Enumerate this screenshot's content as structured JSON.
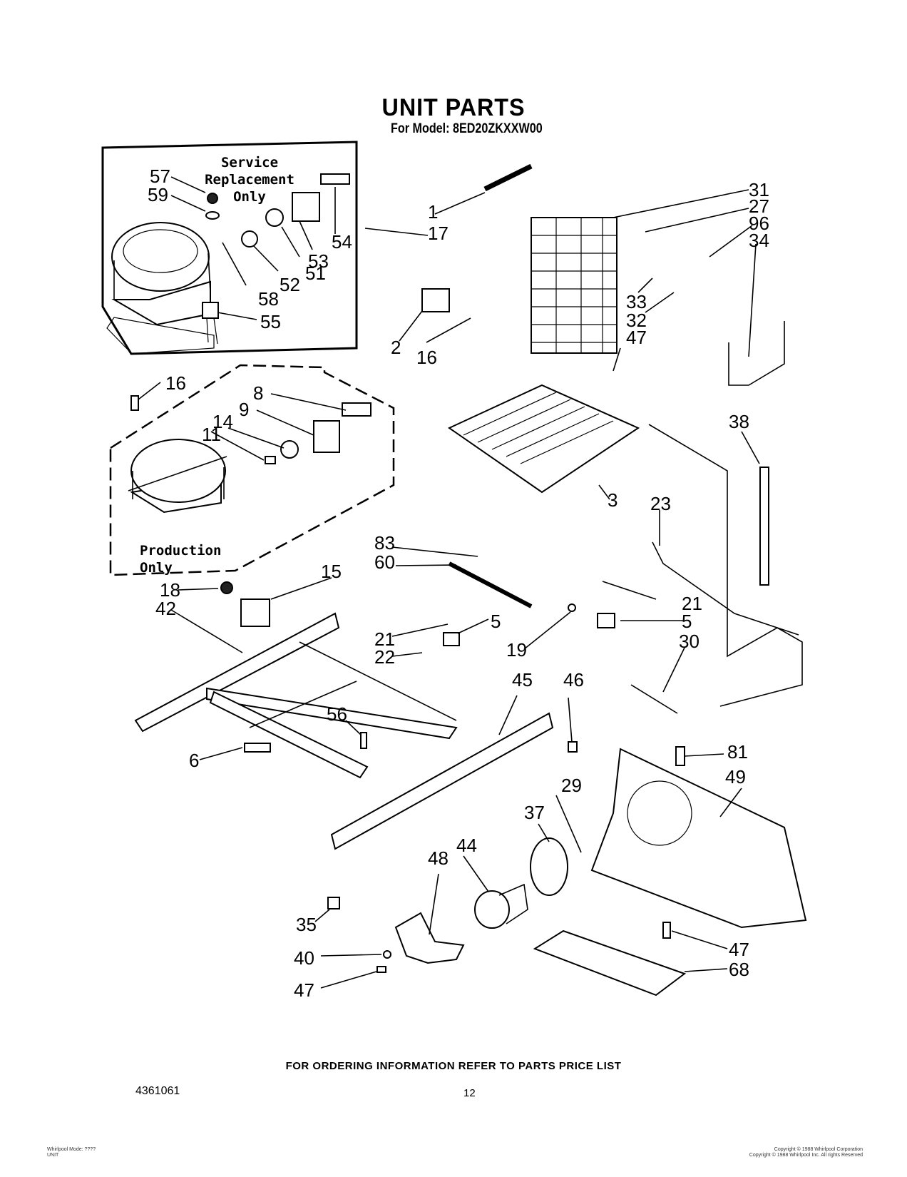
{
  "title": "UNIT PARTS",
  "subtitle": "For Model: 8ED20ZKXXW00",
  "service_box_label_line1": "Service Replacement",
  "service_box_label_line2": "Only",
  "production_box_label_line1": "Production",
  "production_box_label_line2": "Only",
  "footer_note": "FOR ORDERING INFORMATION REFER TO PARTS PRICE LIST",
  "doc_number": "4361061",
  "page_number": "12",
  "bottom_left_fine_print_1": "Whirlpool Mode: ????",
  "bottom_left_fine_print_2": "UNIT",
  "bottom_right_fine_print_1": "Copyright © 1988 Whirlpool Corporation",
  "bottom_right_fine_print_2": "Copyright © 1988 Whirlpool Inc. All rights Reserved",
  "callouts": [
    {
      "id": "57",
      "label": "57"
    },
    {
      "id": "59",
      "label": "59"
    },
    {
      "id": "54",
      "label": "54"
    },
    {
      "id": "17",
      "label": "17"
    },
    {
      "id": "53",
      "label": "53"
    },
    {
      "id": "51",
      "label": "51"
    },
    {
      "id": "52",
      "label": "52"
    },
    {
      "id": "58",
      "label": "58"
    },
    {
      "id": "55",
      "label": "55"
    },
    {
      "id": "1",
      "label": "1"
    },
    {
      "id": "2",
      "label": "2"
    },
    {
      "id": "16a",
      "label": "16"
    },
    {
      "id": "31",
      "label": "31"
    },
    {
      "id": "27",
      "label": "27"
    },
    {
      "id": "96",
      "label": "96"
    },
    {
      "id": "34",
      "label": "34"
    },
    {
      "id": "33",
      "label": "33"
    },
    {
      "id": "32",
      "label": "32"
    },
    {
      "id": "47a",
      "label": "47"
    },
    {
      "id": "16b",
      "label": "16"
    },
    {
      "id": "8",
      "label": "8"
    },
    {
      "id": "9",
      "label": "9"
    },
    {
      "id": "14",
      "label": "14"
    },
    {
      "id": "11",
      "label": "11"
    },
    {
      "id": "3",
      "label": "3"
    },
    {
      "id": "38",
      "label": "38"
    },
    {
      "id": "23",
      "label": "23"
    },
    {
      "id": "83",
      "label": "83"
    },
    {
      "id": "60",
      "label": "60"
    },
    {
      "id": "15",
      "label": "15"
    },
    {
      "id": "18",
      "label": "18"
    },
    {
      "id": "42",
      "label": "42"
    },
    {
      "id": "21a",
      "label": "21"
    },
    {
      "id": "5a",
      "label": "5"
    },
    {
      "id": "21b",
      "label": "21"
    },
    {
      "id": "22",
      "label": "22"
    },
    {
      "id": "5b",
      "label": "5"
    },
    {
      "id": "19",
      "label": "19"
    },
    {
      "id": "30",
      "label": "30"
    },
    {
      "id": "45",
      "label": "45"
    },
    {
      "id": "46",
      "label": "46"
    },
    {
      "id": "56",
      "label": "56"
    },
    {
      "id": "6",
      "label": "6"
    },
    {
      "id": "81",
      "label": "81"
    },
    {
      "id": "49",
      "label": "49"
    },
    {
      "id": "29",
      "label": "29"
    },
    {
      "id": "37",
      "label": "37"
    },
    {
      "id": "48",
      "label": "48"
    },
    {
      "id": "44",
      "label": "44"
    },
    {
      "id": "35",
      "label": "35"
    },
    {
      "id": "40",
      "label": "40"
    },
    {
      "id": "47b",
      "label": "47"
    },
    {
      "id": "47c",
      "label": "47"
    },
    {
      "id": "68",
      "label": "68"
    }
  ]
}
